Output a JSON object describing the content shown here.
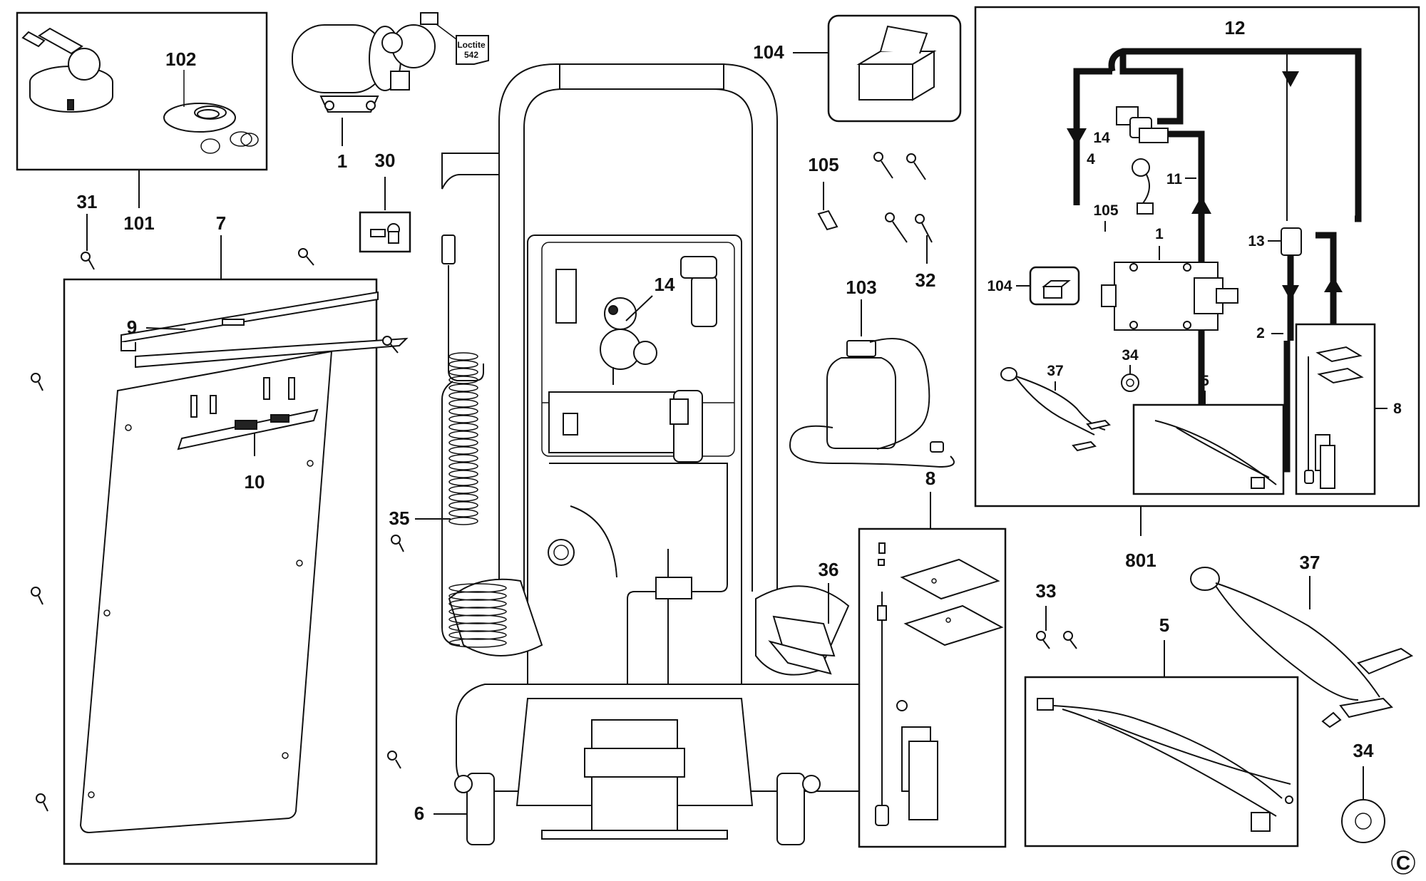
{
  "labels": {
    "p1": "1",
    "p2": "2",
    "p4": "4",
    "p5": "5",
    "p6": "6",
    "p7": "7",
    "p8": "8",
    "p9": "9",
    "p10": "10",
    "p11": "11",
    "p12": "12",
    "p13": "13",
    "p14": "14",
    "p30": "30",
    "p31": "31",
    "p32": "32",
    "p33": "33",
    "p34": "34",
    "p35": "35",
    "p36": "36",
    "p37": "37",
    "p101": "101",
    "p102": "102",
    "p103": "103",
    "p104": "104",
    "p105": "105",
    "p801": "801"
  },
  "loctite": {
    "line1": "Loctite",
    "line2": "542"
  },
  "copyright": "C"
}
